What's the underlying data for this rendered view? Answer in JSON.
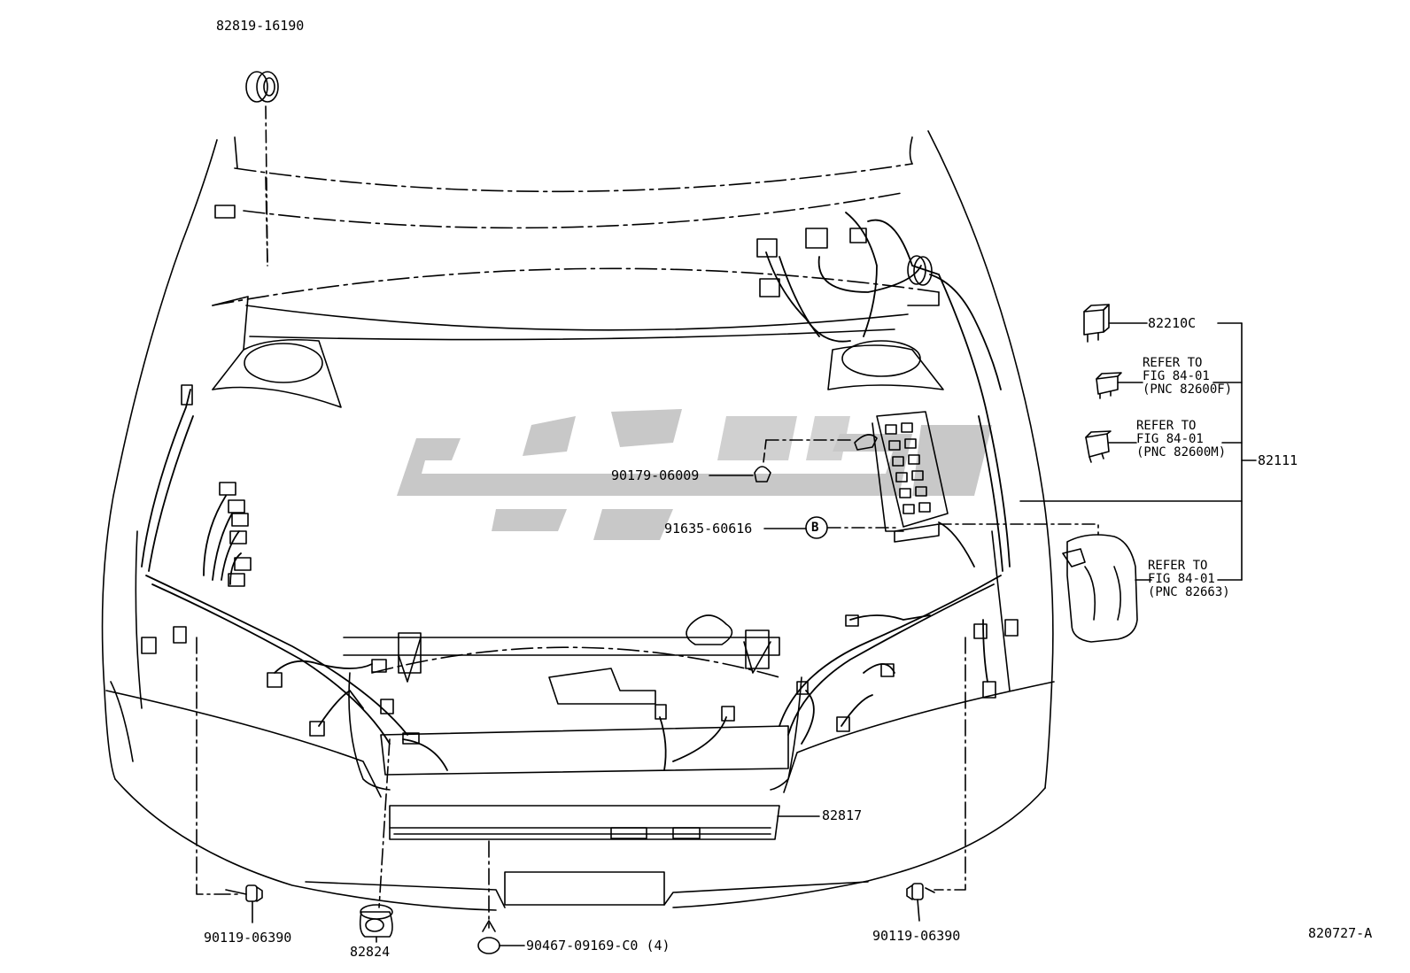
{
  "parts": {
    "grommet_top": "82819-16190",
    "relay": "82210C",
    "harness": "82111",
    "clip": "90179-06009",
    "bolt_b": "91635-60616",
    "bracket": "82817",
    "bolt_left": "90119-06390",
    "bolt_right": "90119-06390",
    "grommet_bottom": "82824",
    "clip_bottom": "90467-09169-C0 (4)",
    "callout_letter": "B"
  },
  "refs": [
    {
      "line1": "REFER TO",
      "line2": "FIG 84-01",
      "line3": "(PNC 82600F)"
    },
    {
      "line1": "REFER TO",
      "line2": "FIG 84-01",
      "line3": "(PNC 82600M)"
    },
    {
      "line1": "REFER TO",
      "line2": "FIG 84-01",
      "line3": "(PNC 82663)"
    }
  ],
  "figure_code": "820727-A",
  "watermark": "نو يارت",
  "colors": {
    "ink": "#000000",
    "watermark": "#c8c8c8"
  }
}
